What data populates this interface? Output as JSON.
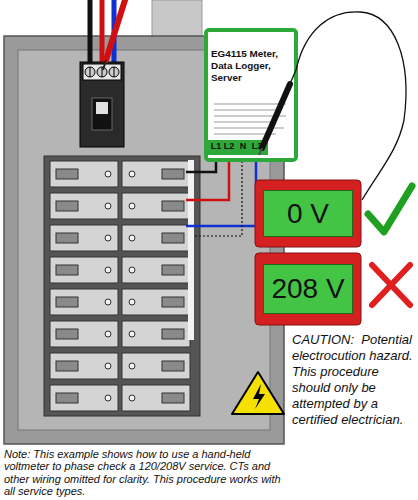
{
  "diagram": {
    "nodes": [
      {
        "text": [
          "EG4115 Meter, Data Logger, Server"
        ]
      },
      {
        "text": [
          "0 V"
        ]
      },
      {
        "text": [
          "208 V"
        ]
      }
    ],
    "labels": [
      "L1",
      "L2",
      "N",
      "L3",
      "CAUTION:  Potential electrocution hazard. This procedure should only be attempted by a certified electrician.",
      "Note: This example shows how to use a hand-held voltmeter to phase check a 120/208V service. CTs and other wiring omitted for clarity. This procedure works with all service types."
    ]
  }
}
